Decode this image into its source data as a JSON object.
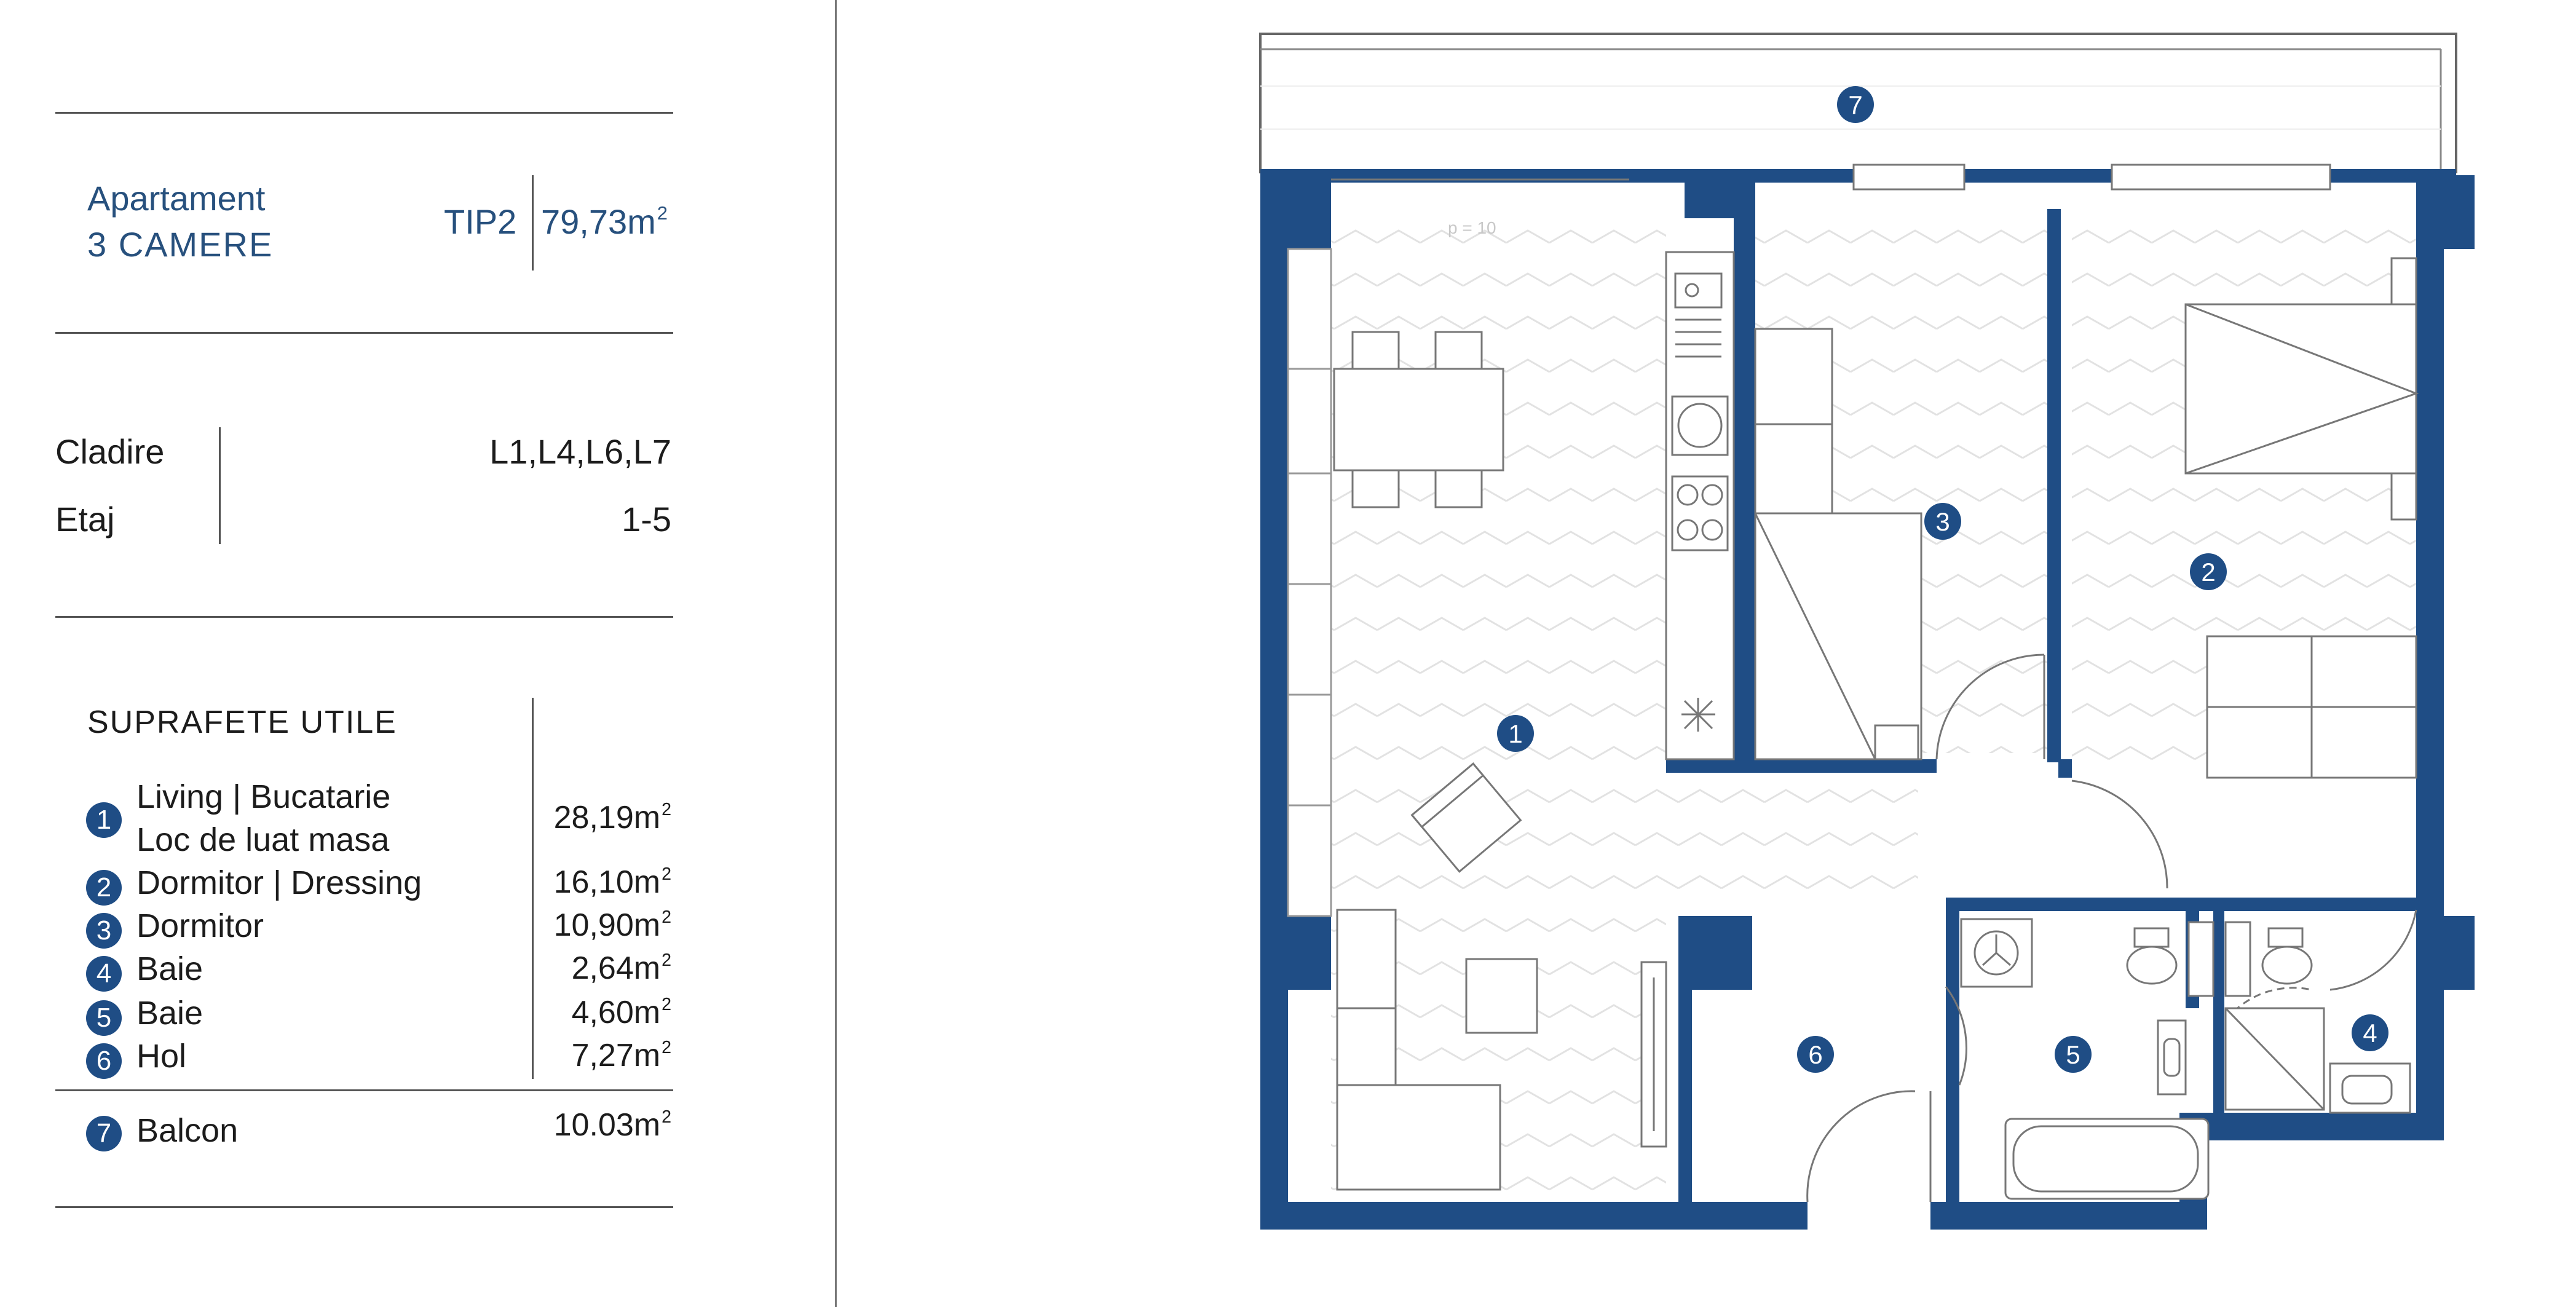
{
  "apartment": {
    "title_line1": "Apartament",
    "title_line2": "3 CAMERE",
    "type": "TIP2",
    "total_area": "79,73m",
    "area_unit_sup": "2"
  },
  "building": {
    "label": "Cladire",
    "value": "L1,L4,L6,L7"
  },
  "floor": {
    "label": "Etaj",
    "value": "1-5"
  },
  "surfaces": {
    "heading": "SUPRAFETE UTILE",
    "rooms": [
      {
        "num": "1",
        "name_line1": "Living | Bucatarie",
        "name_line2": "Loc de luat masa",
        "area": "28,19m"
      },
      {
        "num": "2",
        "name": "Dormitor | Dressing",
        "area": "16,10m"
      },
      {
        "num": "3",
        "name": "Dormitor",
        "area": "10,90m"
      },
      {
        "num": "4",
        "name": "Baie",
        "area": "2,64m"
      },
      {
        "num": "5",
        "name": "Baie",
        "area": "4,60m"
      },
      {
        "num": "6",
        "name": "Hol",
        "area": "7,27m"
      }
    ],
    "balcony": {
      "num": "7",
      "name": "Balcon",
      "area": "10.03m"
    }
  },
  "plan": {
    "wall_color": "#1f4d85",
    "slope_note": "p = 10",
    "labels": [
      "1",
      "2",
      "3",
      "4",
      "5",
      "6",
      "7"
    ]
  }
}
